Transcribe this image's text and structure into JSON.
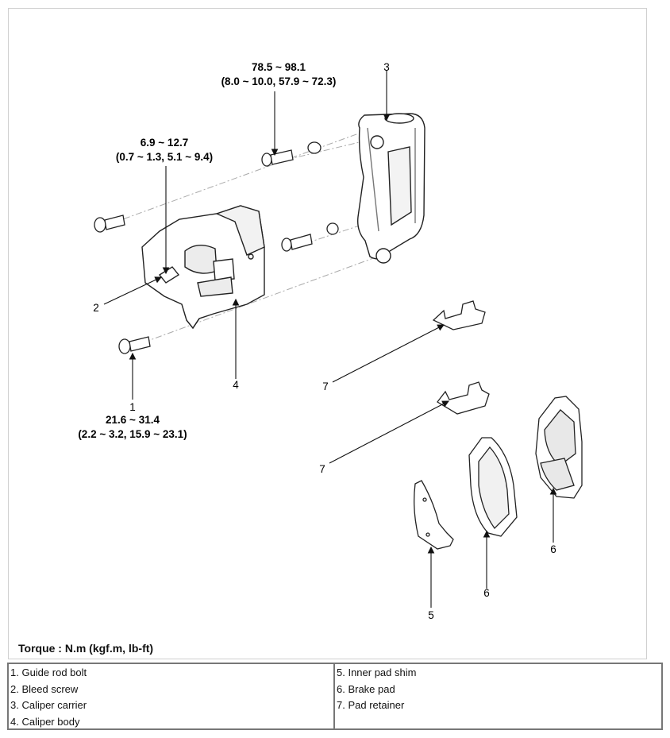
{
  "torque_specs": {
    "carrier_bolt": {
      "line1": "78.5 ~ 98.1",
      "line2": "(8.0 ~ 10.0, 57.9 ~ 72.3)"
    },
    "bleed_screw": {
      "line1": "6.9 ~ 12.7",
      "line2": "(0.7 ~ 1.3, 5.1 ~ 9.4)"
    },
    "guide_rod_bolt": {
      "line1": "21.6 ~ 31.4",
      "line2": "(2.2 ~ 3.2, 15.9 ~ 23.1)"
    }
  },
  "callouts": {
    "c1": "1",
    "c2": "2",
    "c3": "3",
    "c4": "4",
    "c5": "5",
    "c6a": "6",
    "c6b": "6",
    "c7a": "7",
    "c7b": "7"
  },
  "torque_note": "Torque : N.m (kgf.m, lb-ft)",
  "legend": {
    "left": [
      "1. Guide rod bolt",
      "2. Bleed screw",
      "3. Caliper carrier",
      "4. Caliper body"
    ],
    "right": [
      "5. Inner pad shim",
      "6. Brake pad",
      "7. Pad retainer"
    ]
  }
}
